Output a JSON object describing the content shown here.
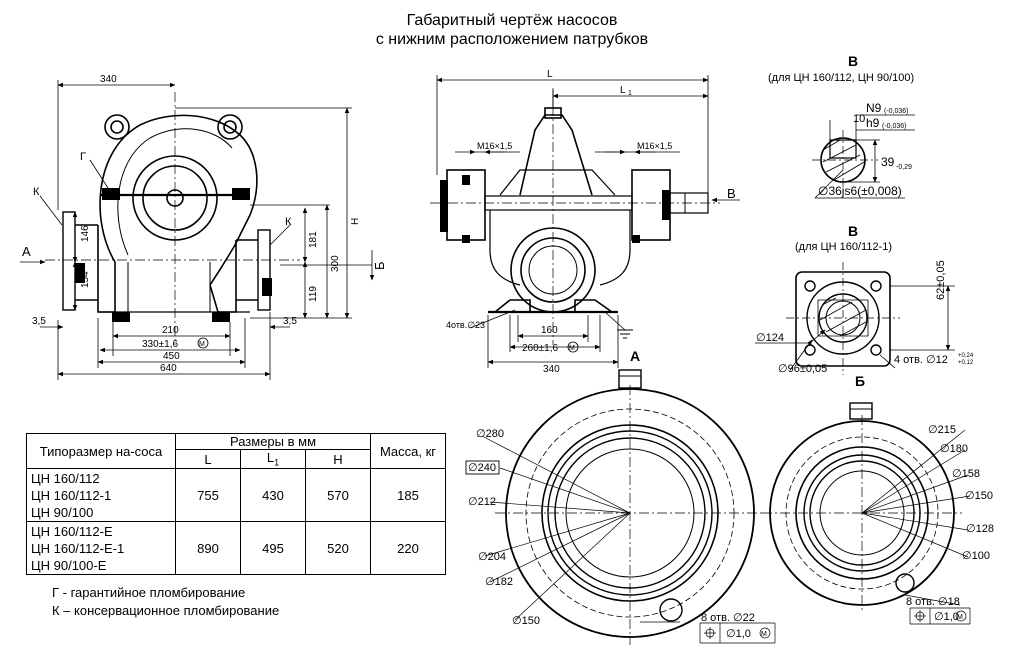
{
  "title_line1": "Габаритный чертёж насосов",
  "title_line2": "с нижним расположением патрубков",
  "left_view": {
    "dims": {
      "w340": "340",
      "d146": "146",
      "d154": "154",
      "d181": "181",
      "d119": "119",
      "d300": "300",
      "H": "H",
      "d35a": "3,5",
      "d35b": "3,5",
      "d210": "210",
      "d330": "330±1,6",
      "d450": "450",
      "d640": "640"
    },
    "labels": {
      "G": "Г",
      "K1": "К",
      "K2": "К",
      "A": "А",
      "B": "Б"
    }
  },
  "middle_view": {
    "dims": {
      "L": "L",
      "L1": "L",
      "L1sub": "1",
      "m16a": "М16×1,5",
      "m16b": "М16×1,5",
      "holes": "4отв.∅23",
      "d160": "160",
      "d260": "260±1,6",
      "d340": "340"
    },
    "labels": {
      "V": "В"
    }
  },
  "view_v1": {
    "title": "В",
    "subtitle": "(для ЦН 160/112, ЦН 90/100)",
    "dims": {
      "ten": "10",
      "n9": "N9",
      "n9tol": "(-0,036)",
      "h9": "h9",
      "h9tol": "(-0,036)",
      "d39": "39",
      "d39tol": "-0,29",
      "shaft": "∅36js6(±0,008)"
    }
  },
  "view_v2": {
    "title": "В",
    "subtitle": "(для ЦН 160/112-1)",
    "dims": {
      "d62": "62±0,05",
      "d124": "∅124",
      "d96": "∅96±0,05",
      "holes": "4 отв. ∅12",
      "htolp": "+0,24",
      "htoln": "+0,12"
    }
  },
  "flange_a": {
    "title": "А",
    "dims": {
      "d280": "∅280",
      "d240": "∅240",
      "d212": "∅212",
      "d204": "∅204",
      "d182": "∅182",
      "d150": "∅150",
      "holes": "8 отв. ∅22",
      "tol": "∅1,0",
      "m": "M"
    }
  },
  "flange_b": {
    "title": "Б",
    "dims": {
      "d215": "∅215",
      "d180": "∅180",
      "d158": "∅158",
      "d150": "∅150",
      "d128": "∅128",
      "d100": "∅100",
      "holes": "8 отв. ∅18",
      "tol": "∅1,0",
      "m": "M"
    }
  },
  "table": {
    "h_model": "Типоразмер на-сосa",
    "h_dims": "Размеры в мм",
    "h_mass": "Масса, кг",
    "h_L": "L",
    "h_L1": "L",
    "h_L1sub": "1",
    "h_H": "H",
    "r1_models": [
      "ЦН 160/112",
      "ЦН 160/112-1",
      "ЦН 90/100"
    ],
    "r1_L": "755",
    "r1_L1": "430",
    "r1_H": "570",
    "r1_mass": "185",
    "r2_models": [
      "ЦН 160/112-Е",
      "ЦН 160/112-Е-1",
      "ЦН 90/100-Е"
    ],
    "r2_L": "890",
    "r2_L1": "495",
    "r2_H": "520",
    "r2_mass": "220"
  },
  "notes": {
    "g": "Г - гарантийное пломбирование",
    "k": "К – консервационное пломбирование"
  }
}
